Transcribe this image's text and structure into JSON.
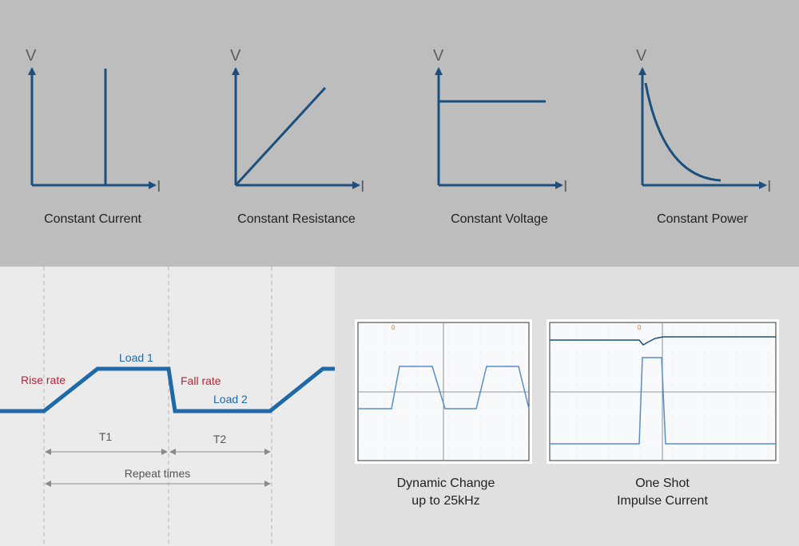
{
  "colors": {
    "axis": "#1a4f7e",
    "load_line": "#1f69a8",
    "rate_label": "#b3263a",
    "load_label": "#1f69a8",
    "top_bg": "#bdbdbd",
    "left_bg": "#ebebeb",
    "right_bg": "#e0e0e0"
  },
  "modes": [
    {
      "caption": "Constant Current",
      "y_axis": "V",
      "x_axis": "I"
    },
    {
      "caption": "Constant Resistance",
      "y_axis": "V",
      "x_axis": "I"
    },
    {
      "caption": "Constant Voltage",
      "y_axis": "V",
      "x_axis": "I"
    },
    {
      "caption": "Constant Power",
      "y_axis": "V",
      "x_axis": "I"
    }
  ],
  "dynamic": {
    "rise_rate": "Rise rate",
    "fall_rate": "Fall rate",
    "load1": "Load 1",
    "load2": "Load 2",
    "t1": "T1",
    "t2": "T2",
    "repeat": "Repeat times"
  },
  "scopes": [
    {
      "caption_line1": "Dynamic Change",
      "caption_line2": "up to 25kHz"
    },
    {
      "caption_line1": "One Shot",
      "caption_line2": "Impulse Current"
    }
  ]
}
